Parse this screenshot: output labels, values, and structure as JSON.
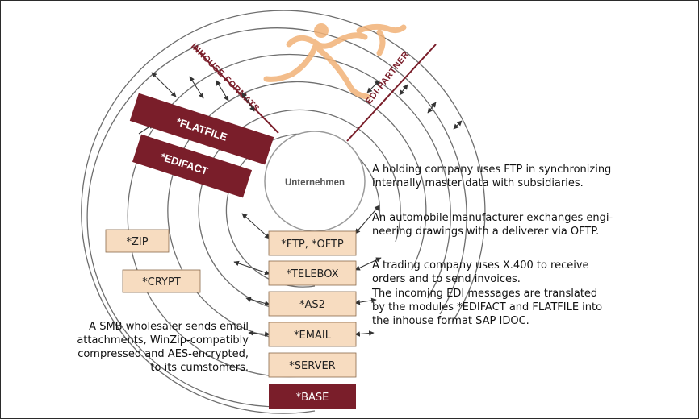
{
  "center": {
    "label": "Unternehmen"
  },
  "arc_labels": {
    "inhouse": "INHOUSE-FORMATS",
    "partner": "EDI-PARTNER"
  },
  "format_modules": [
    {
      "label": "*FLATFILE"
    },
    {
      "label": "*EDIFACT"
    }
  ],
  "side_modules": [
    {
      "label": "*ZIP"
    },
    {
      "label": "*CRYPT"
    }
  ],
  "stack_modules": [
    {
      "label": "*FTP, *OFTP"
    },
    {
      "label": "*TELEBOX"
    },
    {
      "label": "*AS2"
    },
    {
      "label": "*EMAIL"
    },
    {
      "label": "*SERVER"
    },
    {
      "label": "*BASE"
    }
  ],
  "notes": {
    "holding": "A holding company uses FTP in synchronizing\ninternally master data with subsidiaries.",
    "automobile": "An automobile manufacturer exchanges engi-\nneering drawings with a deliverer via OFTP.",
    "trading": "A trading company uses X.400 to receive\norders and to send invoices.",
    "incoming": "The incoming EDI messages are translated\nby the modules *EDIFACT and FLATFILE into\nthe inhouse format SAP IDOC.",
    "smb": "A SMB wholesaler sends email\nattachments, WinZip-compatibly\ncompressed and AES-encrypted,\nto its cumstomers."
  },
  "colors": {
    "arc": "#6e6e6e",
    "module_fill": "#f7dcc0",
    "module_border": "#8a6a4a",
    "format_fill": "#7a1e2a",
    "base_fill": "#7a1e2a",
    "logo": "#f2b277",
    "label_text": "#7a1e2a"
  },
  "icons": {
    "logo": "running-figure-logo"
  }
}
